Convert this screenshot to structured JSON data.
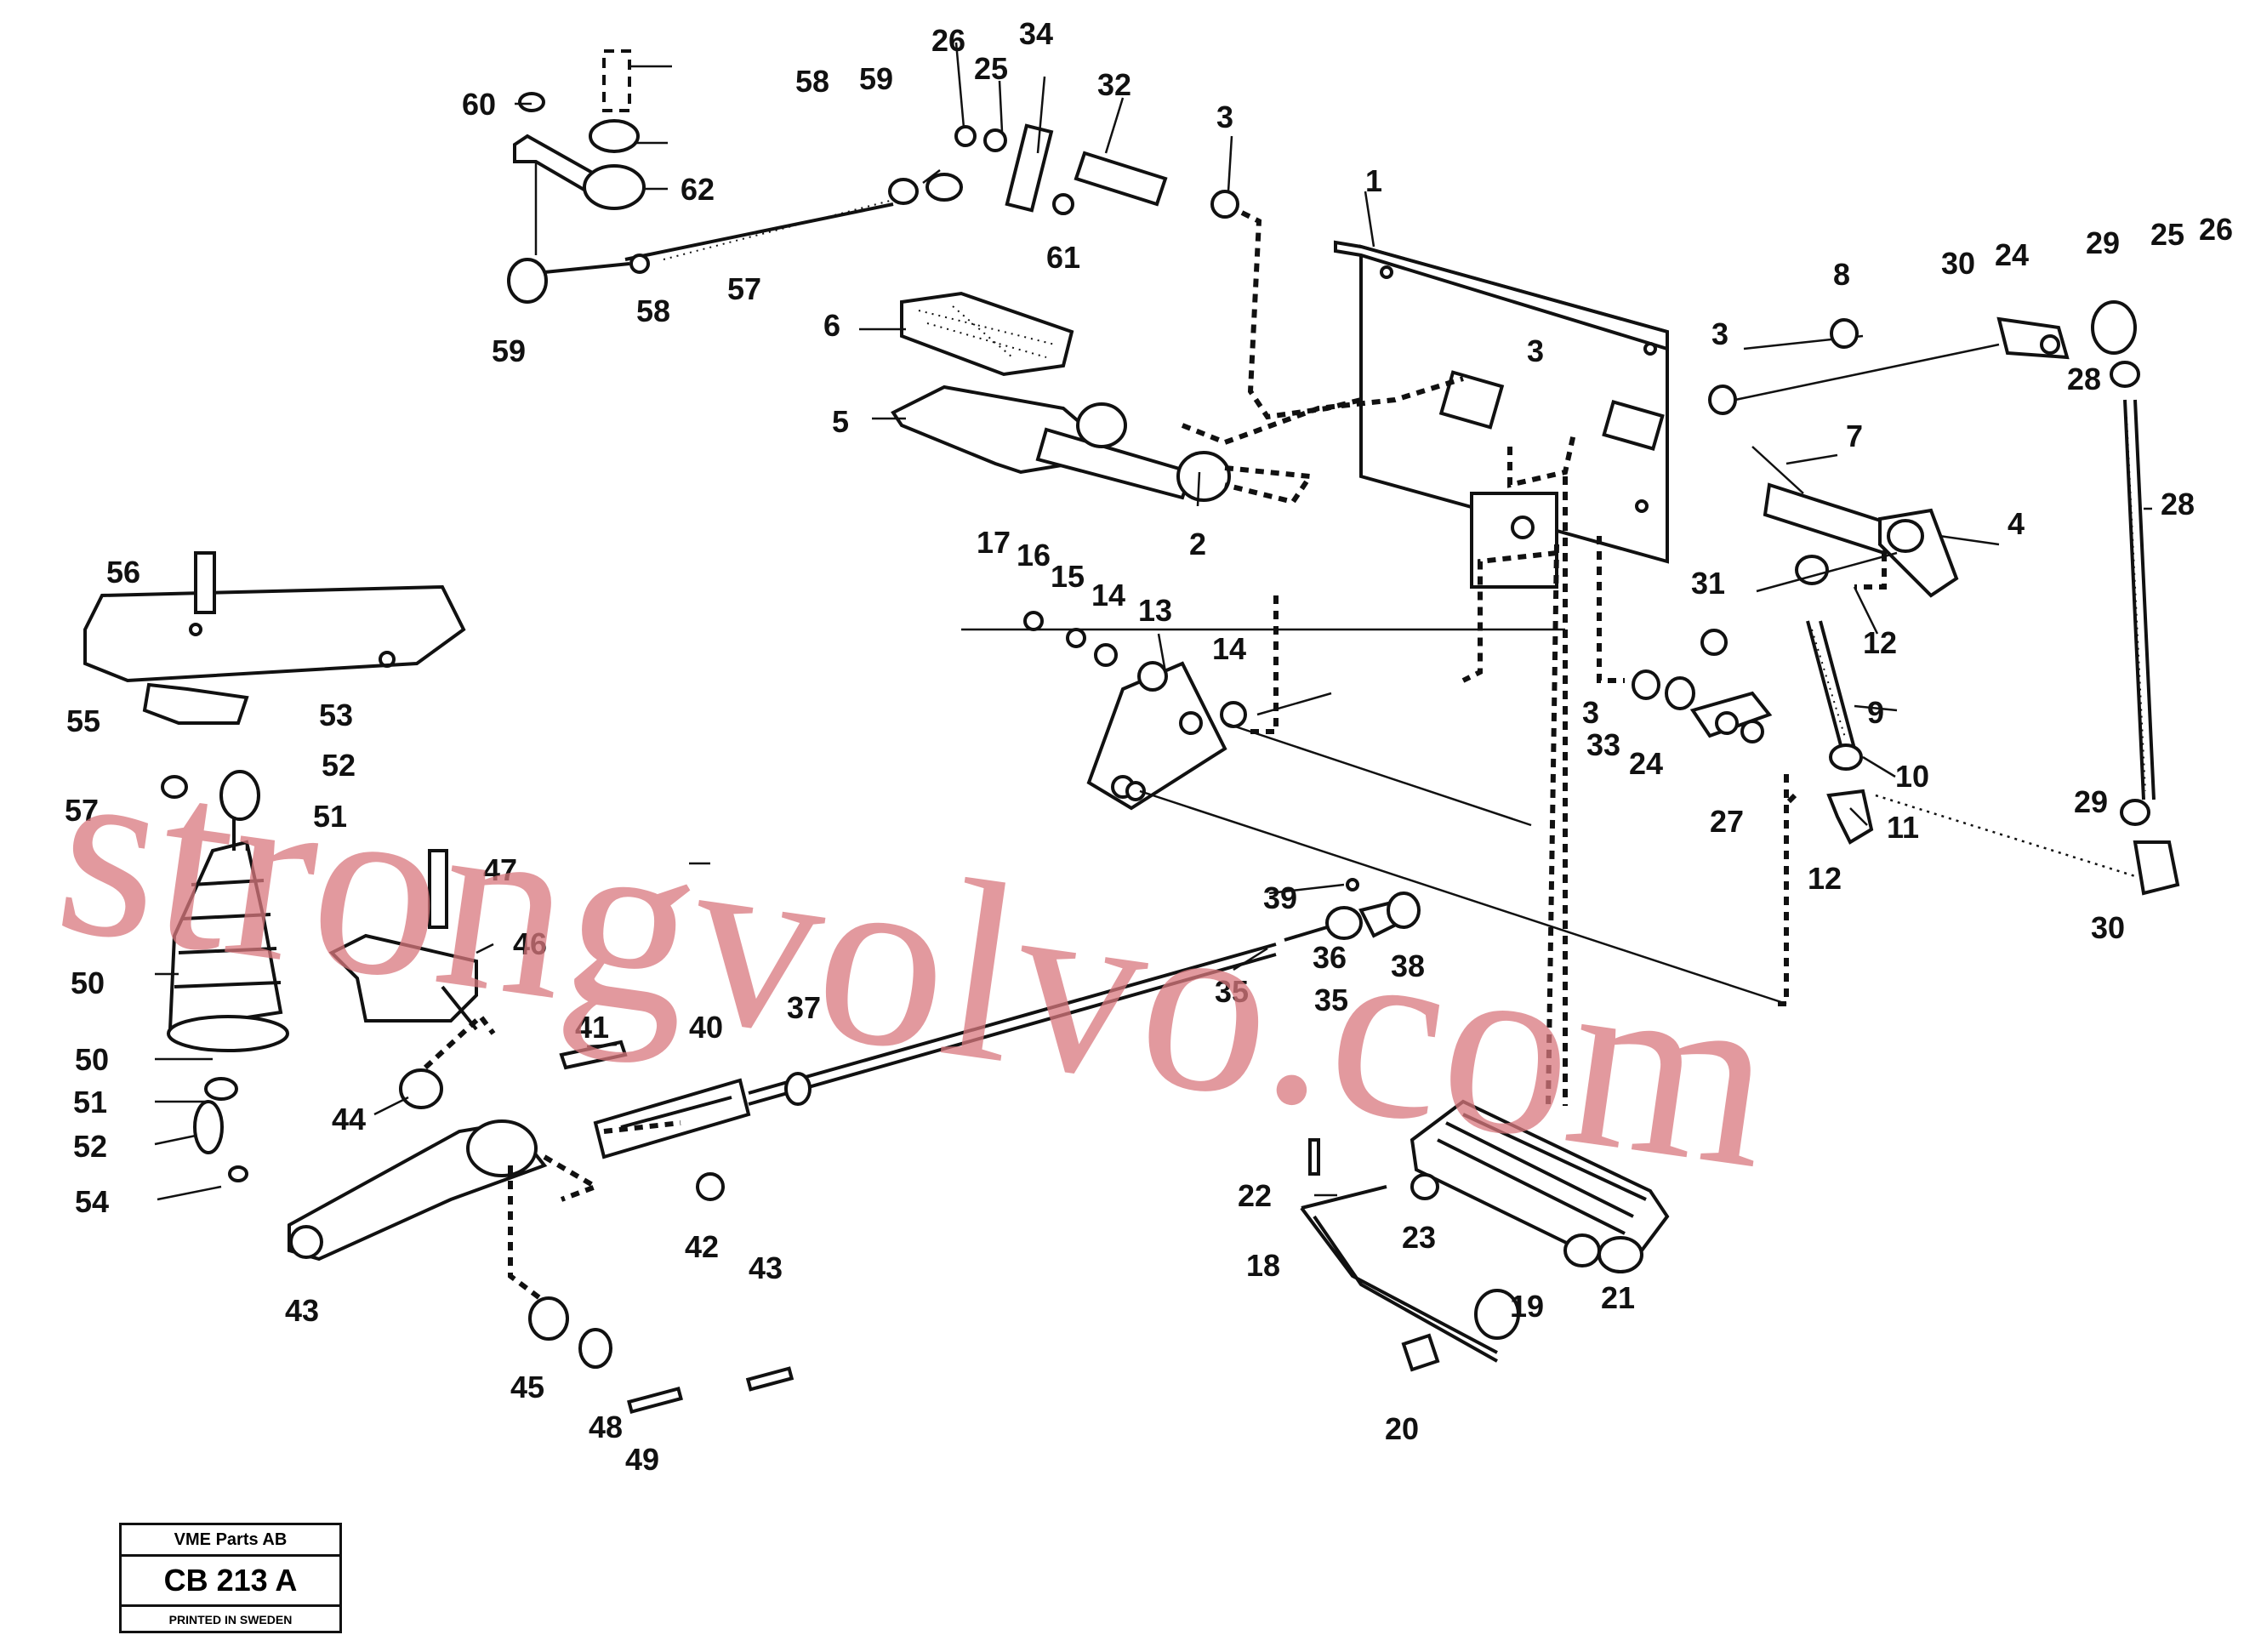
{
  "part_numbers": [
    "1",
    "2",
    "3",
    "3",
    "3",
    "3",
    "4",
    "5",
    "6",
    "7",
    "8",
    "9",
    "10",
    "11",
    "12",
    "12",
    "13",
    "14",
    "14",
    "15",
    "16",
    "17",
    "18",
    "19",
    "20",
    "21",
    "22",
    "23",
    "24",
    "24",
    "25",
    "25",
    "26",
    "26",
    "27",
    "28",
    "28",
    "29",
    "29",
    "30",
    "30",
    "31",
    "32",
    "33",
    "34",
    "35",
    "35",
    "36",
    "37",
    "38",
    "39",
    "40",
    "41",
    "42",
    "43",
    "43",
    "44",
    "45",
    "46",
    "47",
    "48",
    "49",
    "50",
    "50",
    "51",
    "51",
    "52",
    "52",
    "53",
    "54",
    "55",
    "56",
    "57",
    "57",
    "58",
    "58",
    "59",
    "59",
    "60",
    "61",
    "62"
  ],
  "watermark": "strongvolvo.com",
  "title_block": {
    "company": "VME Parts AB",
    "code": "CB 213 A",
    "printed": "PRINTED IN SWEDEN"
  }
}
